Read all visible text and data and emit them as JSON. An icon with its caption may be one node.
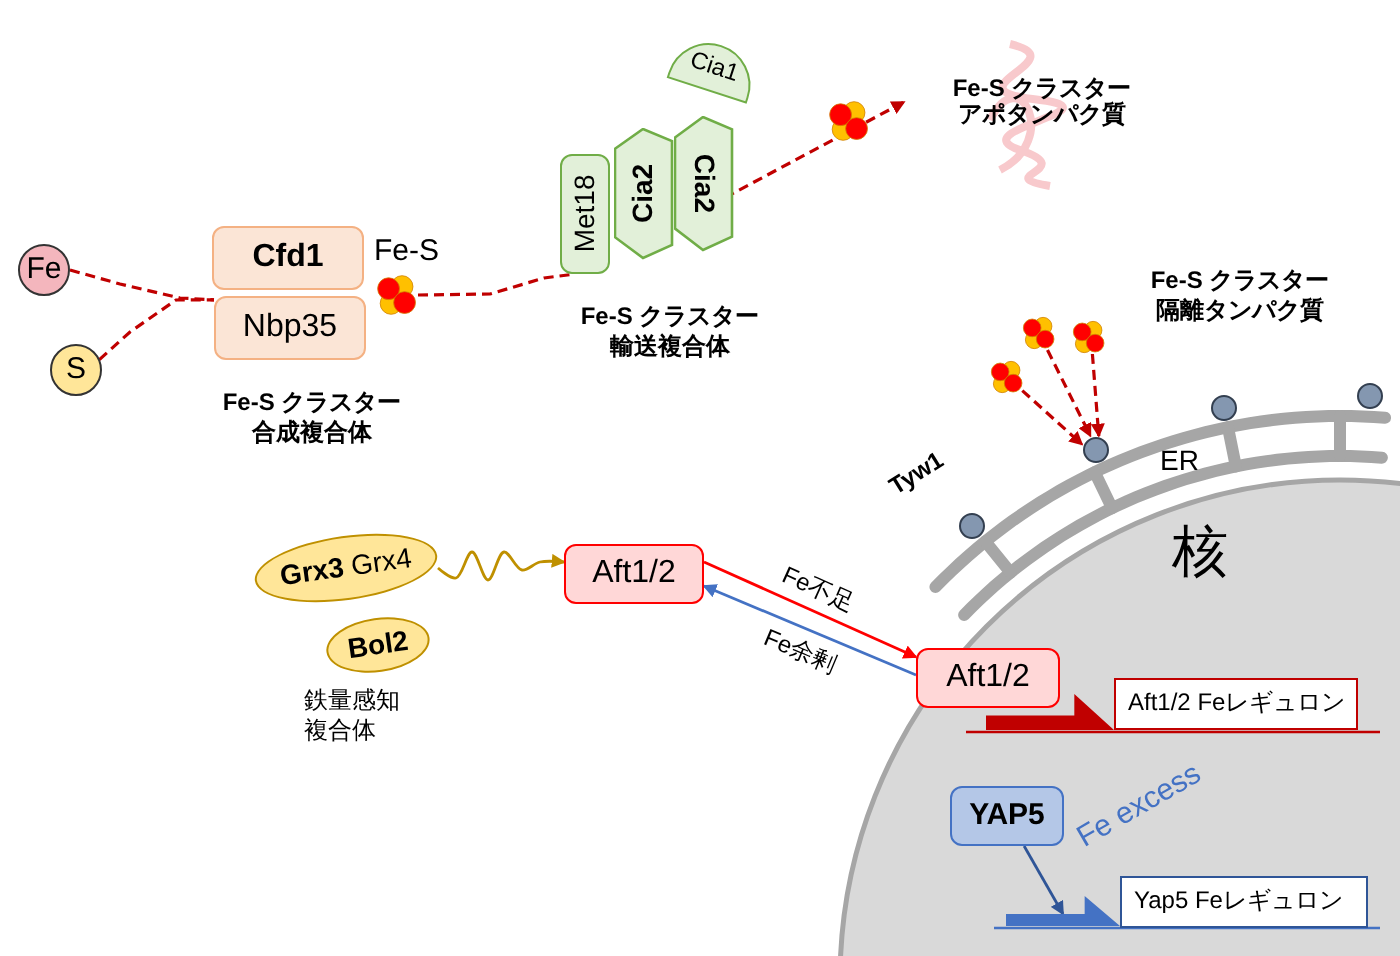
{
  "diagram": {
    "nodes": [
      {
        "text": [
          "Fe"
        ]
      },
      {
        "text": [
          "S"
        ]
      },
      {
        "text": [
          "Cfd1"
        ]
      },
      {
        "text": [
          "Nbp35"
        ]
      },
      {
        "text": [],
        "shape": "picture",
        "beside": [
          "Fe-S"
        ]
      },
      {
        "text": [
          "Met18"
        ]
      },
      {
        "text": [
          "Cia2"
        ]
      },
      {
        "text": [
          "Cia2"
        ]
      },
      {
        "text": [
          "Cia1"
        ]
      },
      {
        "text": [
          "Fe-S クラスターアポタンパク質"
        ]
      },
      {
        "text": [],
        "shape": "picture"
      },
      {
        "text": [],
        "shape": "picture"
      },
      {
        "text": [],
        "shape": "picture"
      },
      {
        "text": [],
        "shape": "circle"
      },
      {
        "text": [],
        "shape": "circle"
      },
      {
        "text": [],
        "shape": "circle"
      },
      {
        "text": [],
        "shape": "circle"
      },
      {
        "text": [
          "**Grx3** Grx4"
        ]
      },
      {
        "text": [
          "Bol2"
        ]
      },
      {
        "text": [
          "Aft1/2"
        ]
      },
      {
        "text": [
          "Aft1/2"
        ]
      },
      {
        "text": [],
        "shape": "bar"
      },
      {
        "text": [
          "Aft1/2 Feレギュロン"
        ]
      },
      {
        "text": [
          "YAP5"
        ]
      },
      {
        "text": [],
        "shape": "bar"
      },
      {
        "text": [
          "Yap5 Feレギュロン"
        ]
      }
    ],
    "edges": [
      {
        "from": 0,
        "to": 3,
        "arrow": "none",
        "style": "dashed"
      },
      {
        "from": 1,
        "to": 3,
        "arrow": "none",
        "style": "dashed"
      },
      {
        "from": 4,
        "to": 5,
        "arrow": "none",
        "style": "dashed"
      },
      {
        "from": 7,
        "to": 9,
        "arrow": "to",
        "style": "dashed"
      },
      {
        "from": 10,
        "to": 14,
        "arrow": "to",
        "style": "dashed"
      },
      {
        "from": 11,
        "to": 14,
        "arrow": "to",
        "style": "dashed"
      },
      {
        "from": 12,
        "to": 14,
        "arrow": "to",
        "style": "dashed"
      },
      {
        "from": 17,
        "to": 19,
        "arrow": "to",
        "color": "#bf9000"
      },
      {
        "from": 19,
        "to": 20,
        "arrow": "to",
        "label": "Fe不足",
        "color": "#ff0000"
      },
      {
        "from": 20,
        "to": 19,
        "arrow": "to",
        "label": "Fe余剰",
        "color": "#4472c4"
      },
      {
        "from": 23,
        "to": 24,
        "arrow": "to",
        "color": "#2f5597"
      }
    ],
    "labels": [
      "Fe-S クラスター合成複合体",
      "Fe-S クラスター輸送複合体",
      "Fe-S クラスター隔離タンパク質",
      "Tyw1",
      "ER",
      "核",
      "鉄量感知複合体",
      "Fe excess"
    ]
  }
}
